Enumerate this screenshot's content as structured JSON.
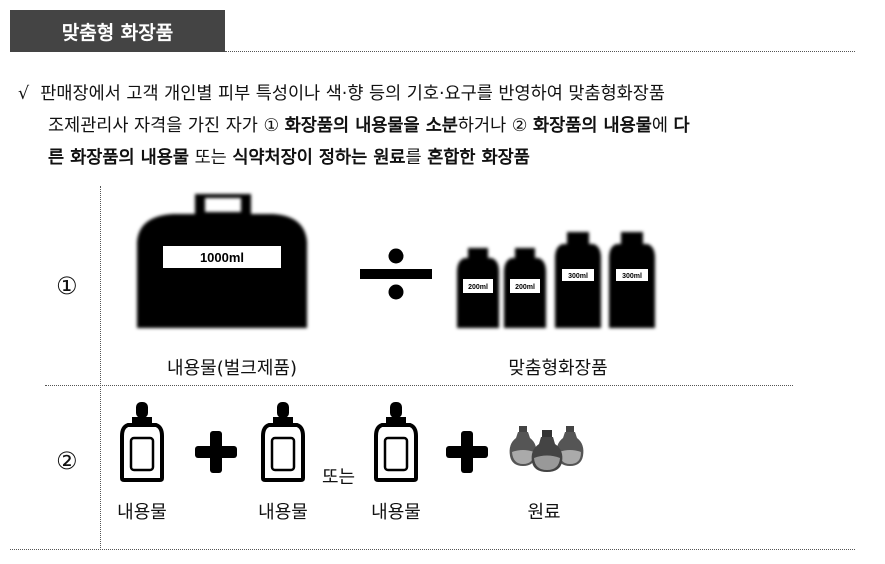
{
  "title": "맞춤형 화장품",
  "definition": {
    "check": "√",
    "line1": "판매장에서 고객 개인별 피부 특성이나 색·향 등의 기호·요구를 반영하여 맞춤형화장품",
    "line2_a": "조제관리사 자격을 가진 자가 ① ",
    "line2_b": "화장품의 내용물을 소분",
    "line2_c": "하거나 ② ",
    "line2_d": "화장품의 내용물",
    "line2_e": "에 ",
    "line2_f": "다",
    "line3_a": "른 화장품의 내용물",
    "line3_b": " 또는 ",
    "line3_c": "식약처장이 정하는 원료",
    "line3_d": "를 ",
    "line3_e": "혼합한 화장품"
  },
  "case1": {
    "number": "①",
    "bulk_bottle_label": "1000ml",
    "small_bottle_labels": [
      "200ml",
      "200ml",
      "300ml",
      "300ml"
    ],
    "bulk_caption": "내용물(벌크제품)",
    "custom_caption": "맞춤형화장품"
  },
  "case2": {
    "number": "②",
    "labels": [
      "내용물",
      "내용물",
      "내용물",
      "원료"
    ],
    "or_text": "또는"
  }
}
